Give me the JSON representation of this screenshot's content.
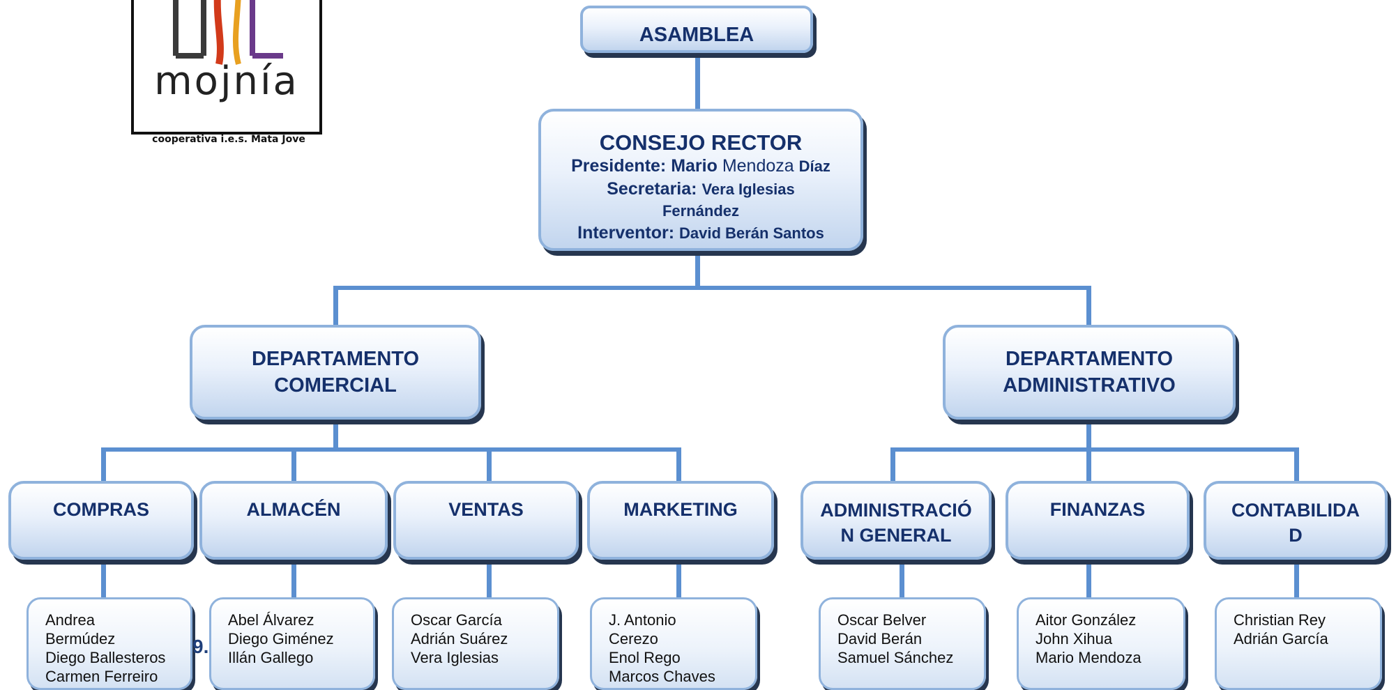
{
  "logo": {
    "text": "mojnía",
    "caption": "cooperativa i.e.s. Mata Jove"
  },
  "asamblea": {
    "label": "ASAMBLEA"
  },
  "consejo": {
    "title": "CONSEJO RECTOR",
    "presidente_label": "Presidente: Mario",
    "presidente_mid": "Mendoza",
    "presidente_end": "Díaz",
    "secretaria_label": "Secretaria:",
    "secretaria_name_1": "Vera Iglesias",
    "secretaria_name_2": "Fernández",
    "interventor_label": "Interventor:",
    "interventor_name": "David Berán Santos"
  },
  "departments": {
    "comercial": {
      "line1": "DEPARTAMENTO",
      "line2": "COMERCIAL"
    },
    "administrativo": {
      "line1": "DEPARTAMENTO",
      "line2": "ADMINISTRATIVO"
    }
  },
  "units": {
    "compras": {
      "label": "COMPRAS",
      "people": [
        "Andrea",
        "Bermúdez",
        "Diego Ballesteros",
        "Carmen Ferreiro"
      ]
    },
    "almacen": {
      "label": "ALMACÉN",
      "people": [
        "Abel Álvarez",
        "Diego Giménez",
        "Illán Gallego"
      ]
    },
    "ventas": {
      "label": "VENTAS",
      "people": [
        "Oscar García",
        "Adrián Suárez",
        "Vera Iglesias"
      ]
    },
    "marketing": {
      "label": "MARKETING",
      "people": [
        "J. Antonio",
        "Cerezo",
        "Enol Rego",
        "Marcos Chaves"
      ]
    },
    "admin_general": {
      "line1": "ADMINISTRACIÓ",
      "line2": "N GENERAL",
      "people": [
        "Oscar Belver",
        "David Berán",
        "Samuel Sánchez"
      ]
    },
    "finanzas": {
      "label": "FINANZAS",
      "people": [
        "Aitor González",
        "John Xihua",
        "Mario Mendoza"
      ]
    },
    "contabilidad": {
      "line1": "CONTABILIDA",
      "line2": "D",
      "people": [
        "Christian Rey",
        "Adrián García"
      ]
    }
  },
  "stray_text": "9."
}
